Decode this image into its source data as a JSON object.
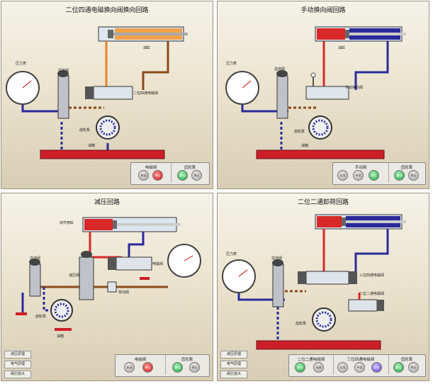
{
  "panels": [
    {
      "title": "二位四通电磁换向阀换向回路",
      "labels": {
        "gauge": "压力表",
        "relief": "溢流阀",
        "cylinder": "油缸",
        "valve": "二位四通电磁阀",
        "pump": "齿轮泵",
        "tank": "油箱"
      },
      "groups": [
        {
          "label": "电磁阀",
          "buttons": [
            "启动",
            "停止"
          ]
        },
        {
          "label": "齿轮泵",
          "buttons": [
            "启动",
            "停止"
          ]
        }
      ]
    },
    {
      "title": "手动换向阀回路",
      "labels": {
        "gauge": "压力表",
        "relief": "溢流阀",
        "cylinder": "油缸",
        "valve": "手动换向阀",
        "pump": "齿轮泵",
        "tank": "油箱"
      },
      "groups": [
        {
          "label": "手动阀",
          "buttons": [
            "左位",
            "中位",
            "右位"
          ]
        },
        {
          "label": "齿轮泵",
          "buttons": [
            "启动",
            "停止"
          ]
        }
      ]
    },
    {
      "title": "减压回路",
      "labels": {
        "cylinder": "双作用缸",
        "relief": "溢流阀",
        "reducer": "减压阀",
        "valve": "电磁阀",
        "check": "单向阀",
        "pump": "齿轮泵",
        "tank": "油箱"
      },
      "groups": [
        {
          "label": "电磁阀",
          "buttons": [
            "启动",
            "停止"
          ]
        },
        {
          "label": "齿轮泵",
          "buttons": [
            "启动",
            "停止"
          ]
        }
      ],
      "side": [
        "液压原理",
        "电气原理",
        "阀芯放大"
      ]
    },
    {
      "title": "二位二通卸荷回路",
      "labels": {
        "gauge": "压力表",
        "relief": "溢流阀",
        "valve4": "三位四通电磁阀",
        "valve2": "二位二通电磁阀",
        "pump": "齿轮泵"
      },
      "groups": [
        {
          "label": "二位二通电磁阀",
          "buttons": [
            "启动",
            "关闭"
          ]
        },
        {
          "label": "三位四通电磁阀",
          "buttons": [
            "左位",
            "中位",
            "右位"
          ]
        },
        {
          "label": "齿轮泵",
          "buttons": [
            "启动",
            "停止"
          ]
        }
      ],
      "side": [
        "液压原理",
        "电气原理",
        "阀芯放大"
      ]
    }
  ],
  "colors": {
    "red": "#d82828",
    "blue": "#2a2a9a",
    "orange": "#e6852a",
    "brown": "#8a4a1a",
    "tank": "#cc1f2a"
  }
}
